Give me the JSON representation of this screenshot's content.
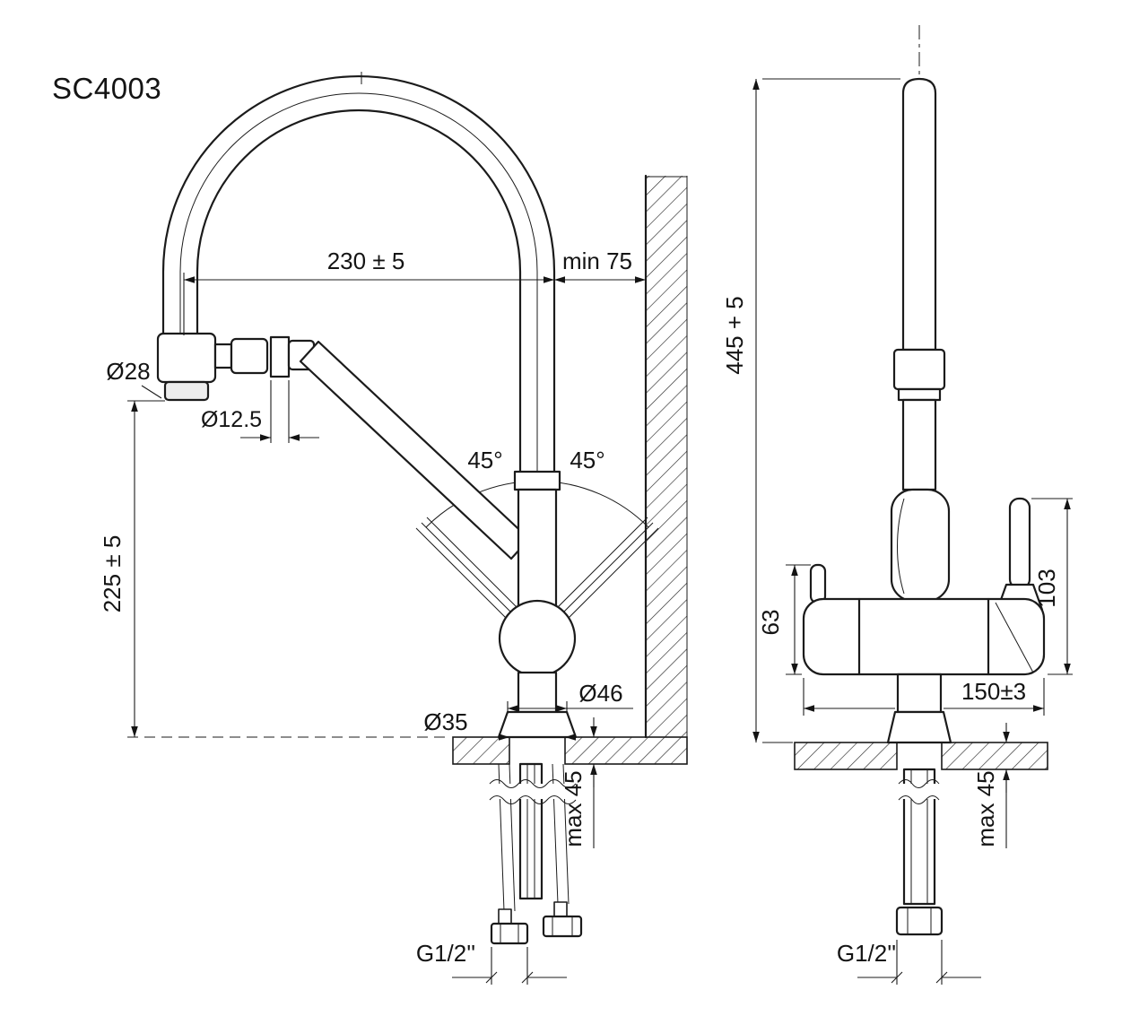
{
  "title": "SC4003",
  "colors": {
    "line": "#1b1b1b",
    "background": "#ffffff"
  },
  "side_view": {
    "dims": {
      "spout_reach": "230 ± 5",
      "wall_clearance": "min 75",
      "spray_head_diameter": "Ø28",
      "pin_diameter": "Ø12.5",
      "swivel_left": "45°",
      "swivel_right": "45°",
      "outlet_height": "225 ± 5",
      "base_diameter": "Ø46",
      "hole_diameter": "Ø35",
      "counter_thickness": "max 45",
      "thread": "G1/2''"
    }
  },
  "front_view": {
    "dims": {
      "total_height": "445 + 5",
      "filter_handle_height": "63",
      "mixer_handle_height": "103",
      "body_width": "150±3",
      "counter_thickness": "max 45",
      "thread": "G1/2''"
    }
  }
}
